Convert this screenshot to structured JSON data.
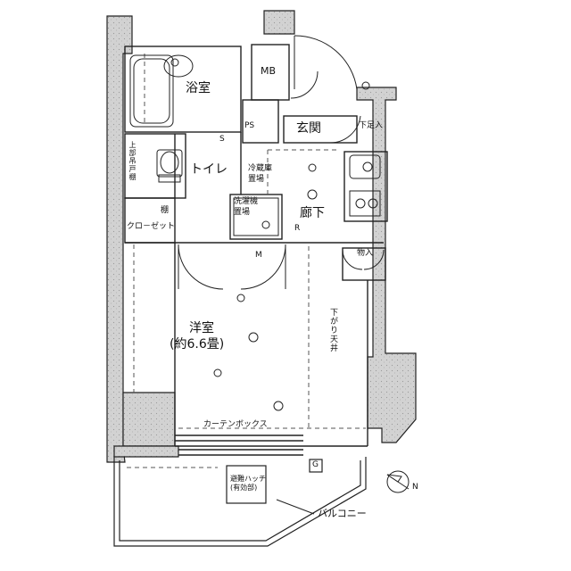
{
  "floorplan": {
    "rooms": {
      "bath": "浴室",
      "mb": "MB",
      "ps": "PS",
      "entrance": "玄関",
      "shoe": "下足入",
      "toilet": "トイレ",
      "fridge": "冷蔵庫\n置場",
      "washer": "洗濯機\n置場",
      "hallway": "廊下",
      "shelf": "棚",
      "closet": "クロ－ゼット",
      "storage": "物入",
      "western_room": "洋室",
      "western_room_size": "(約6.6畳)",
      "lowered_ceiling": "下がり天井",
      "curtain_box": "カーテンボックス",
      "evac_hatch": "避難ハッチ\n(有効部)",
      "balcony": "バルコニー",
      "upper_hanger": "上部吊戸棚"
    },
    "symbols": {
      "gas": "G",
      "refrigerant": "R",
      "meter": "M",
      "exhaust": "S"
    },
    "compass": "N",
    "colors": {
      "wall_fill": "#cfcfcf",
      "line": "#222222",
      "dash": "#555555"
    }
  }
}
